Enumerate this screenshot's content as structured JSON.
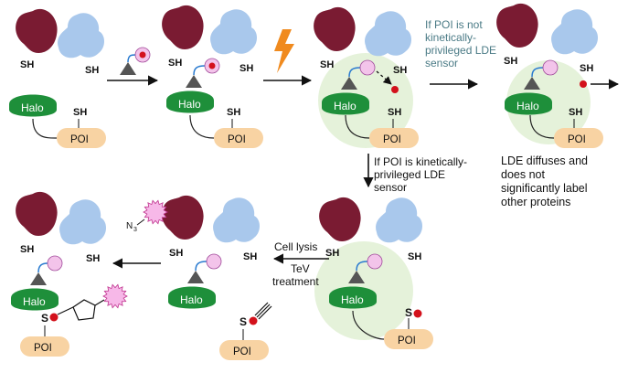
{
  "labels": {
    "sh": "SH",
    "s": "S",
    "halo": "Halo",
    "poi": "POI",
    "n3": "N",
    "n3_sub": "3"
  },
  "annotations": {
    "not_privileged": [
      "If POI is not",
      "kinetically-",
      "privileged LDE",
      "sensor"
    ],
    "privileged": [
      "If POI is kinetically-",
      "privileged LDE",
      "sensor"
    ],
    "diffuses": [
      "LDE diffuses and",
      "does not",
      "significantly label",
      "other proteins"
    ],
    "cell_lysis": "Cell lysis",
    "tev": [
      "TeV",
      "treatment"
    ]
  },
  "colors": {
    "maroon_protein": "#7a1b32",
    "blue_protein": "#a9c8ec",
    "halo_green": "#1e8f3a",
    "poi_orange": "#f8d3a3",
    "ligand_gray": "#555555",
    "red_dot": "#d3111c",
    "pink_circle": "#f3c4ea",
    "glow": "#e5f2da",
    "lightning": "#f08a1e",
    "annotation_teal": "#4b7b86",
    "fluor_pink": "#f7b8e8"
  },
  "icons": [
    "lightning-icon",
    "arrow-right-icon",
    "arrow-down-icon",
    "arrow-left-icon",
    "fluorophore-burst-icon",
    "alkyne-icon",
    "cyclopentane-icon"
  ]
}
